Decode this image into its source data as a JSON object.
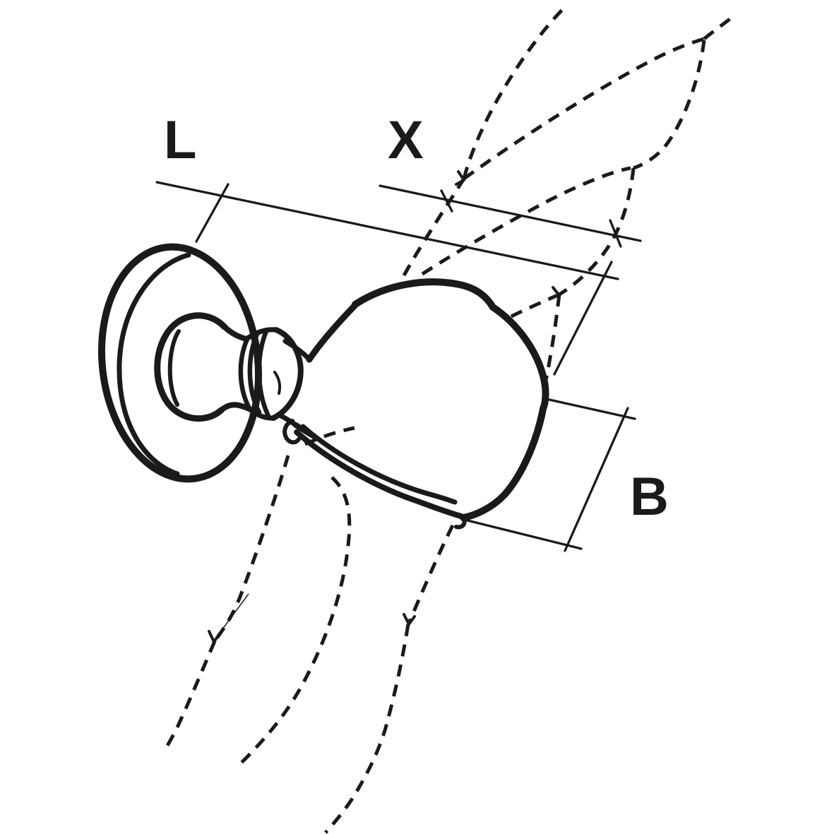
{
  "colors": {
    "ink": "#1a1a1a",
    "background": "#ffffff"
  },
  "diagram": {
    "type": "technical-line-drawing",
    "subject": "wall rope holder with clamp band and twisted rope shown dashed",
    "dimension_labels": [
      "L",
      "X",
      "B"
    ]
  },
  "labels": {
    "L": "L",
    "X": "X",
    "B": "B"
  }
}
